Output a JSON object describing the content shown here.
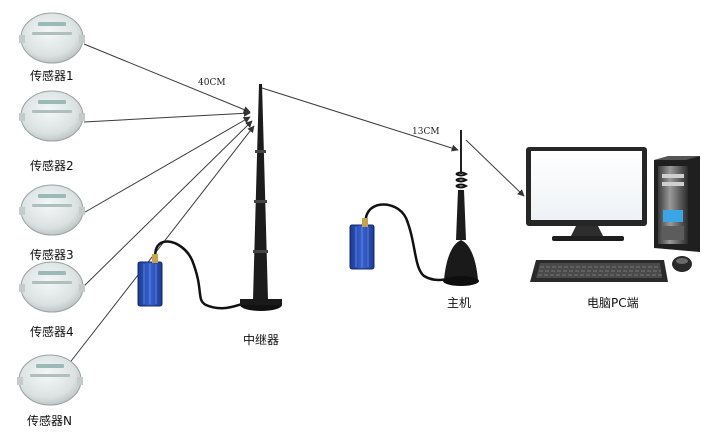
{
  "labels": {
    "sensor_1": "传感器1",
    "sensor_2": "传感器2",
    "sensor_3": "传感器3",
    "sensor_4": "传感器4",
    "sensor_n": "传感器N",
    "repeater": "中继器",
    "host": "主机",
    "pc": "电脑PC端",
    "distance_repeater": "40CM",
    "distance_host": "13CM"
  },
  "colors": {
    "sensor_body": "#dfe4e4",
    "module_blue": "#2446a8",
    "antenna": "#1a1a1a",
    "link_line": "#3a3a3a"
  }
}
